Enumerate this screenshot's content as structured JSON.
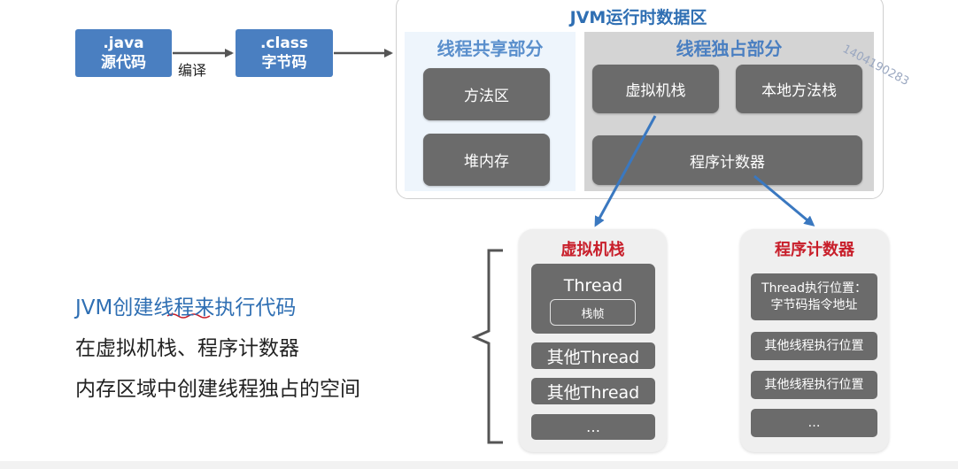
{
  "pipeline": {
    "java_source": {
      "line1": ".java",
      "line2": "源代码"
    },
    "compile_label": "编译",
    "class_file": {
      "line1": ".class",
      "line2": "字节码"
    }
  },
  "runtime_area": {
    "title": "JVM运行时数据区",
    "shared": {
      "title": "线程共享部分",
      "items": [
        "方法区",
        "堆内存"
      ]
    },
    "private": {
      "title": "线程独占部分",
      "vm_stack": "虚拟机栈",
      "native_stack": "本地方法栈",
      "program_counter": "程序计数器"
    }
  },
  "watermark": "1404190283",
  "description": {
    "line1_prefix": "JVM创建",
    "line1_underlined": "线程",
    "line1_suffix": "来执行代码",
    "line2": "在虚拟机栈、程序计数器",
    "line3": "内存区域中创建线程独占的空间"
  },
  "vm_stack_column": {
    "title": "虚拟机栈",
    "thread_label": "Thread",
    "frame_label": "栈帧",
    "others": [
      "其他Thread",
      "其他Thread"
    ],
    "ellipsis": "…"
  },
  "pc_column": {
    "title": "程序计数器",
    "first_line1": "Thread执行位置：",
    "first_line2": "字节码指令地址",
    "others": [
      "其他线程执行位置",
      "其他线程执行位置"
    ],
    "ellipsis": "…"
  },
  "colors": {
    "accent_blue": "#4a7fc1",
    "title_blue": "#2f6fb3",
    "box_gray": "#6b6b6b",
    "title_red": "#c81e2a",
    "arrow_blue": "#3a78c0"
  }
}
